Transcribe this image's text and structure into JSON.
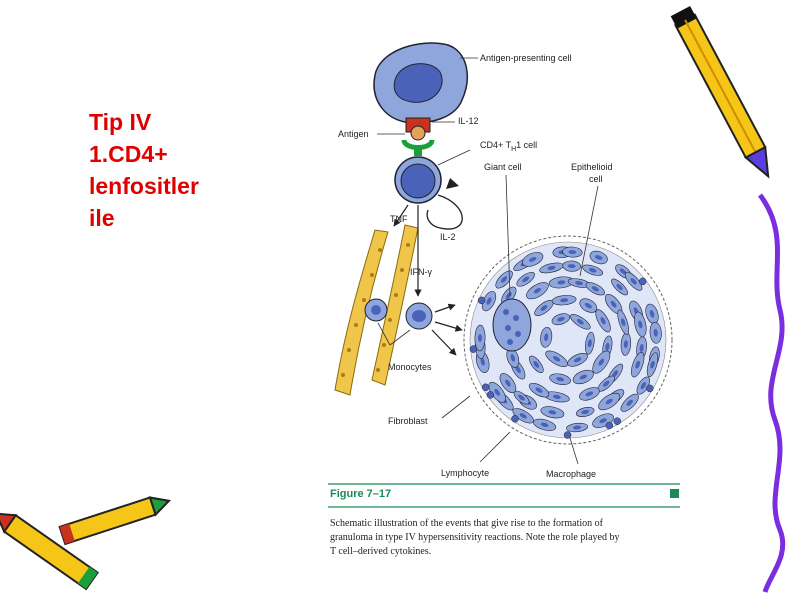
{
  "slide": {
    "title_lines": [
      "Tip IV",
      "1.CD4+",
      "lenfositler",
      "ile"
    ],
    "title_color": "#e00000"
  },
  "figure": {
    "labels": {
      "apc": "Antigen-presenting cell",
      "il12": "IL-12",
      "antigen": "Antigen",
      "cd4": "CD4+ T",
      "cd4_sub": "H",
      "cd4_suffix": "1 cell",
      "giant": "Giant cell",
      "epithelioid_1": "Epithelioid",
      "epithelioid_2": "cell",
      "tnf": "TNF",
      "il2": "IL-2",
      "ifn": "IFN-γ",
      "monocytes": "Monocytes",
      "fibroblast": "Fibroblast",
      "lymphocyte": "Lymphocyte",
      "macrophage": "Macrophage"
    },
    "number": "Figure 7–17",
    "caption_lines": [
      "Schematic illustration of the events that give rise to the formation of",
      "granuloma in type IV hypersensitivity reactions. Note the role played by",
      "T cell–derived cytokines."
    ],
    "colors": {
      "cell_fill": "#8fa6dc",
      "nucleus_fill": "#4a63b8",
      "vessel_fill": "#f0c64a",
      "accent_green": "#1a8a5a",
      "antigen_red": "#c8321e"
    }
  },
  "decorations": {
    "pencil_icons": [
      "pencil-icon",
      "crayon-icon",
      "crayon-icon"
    ],
    "wavy_line_color": "#7a2ee0"
  }
}
